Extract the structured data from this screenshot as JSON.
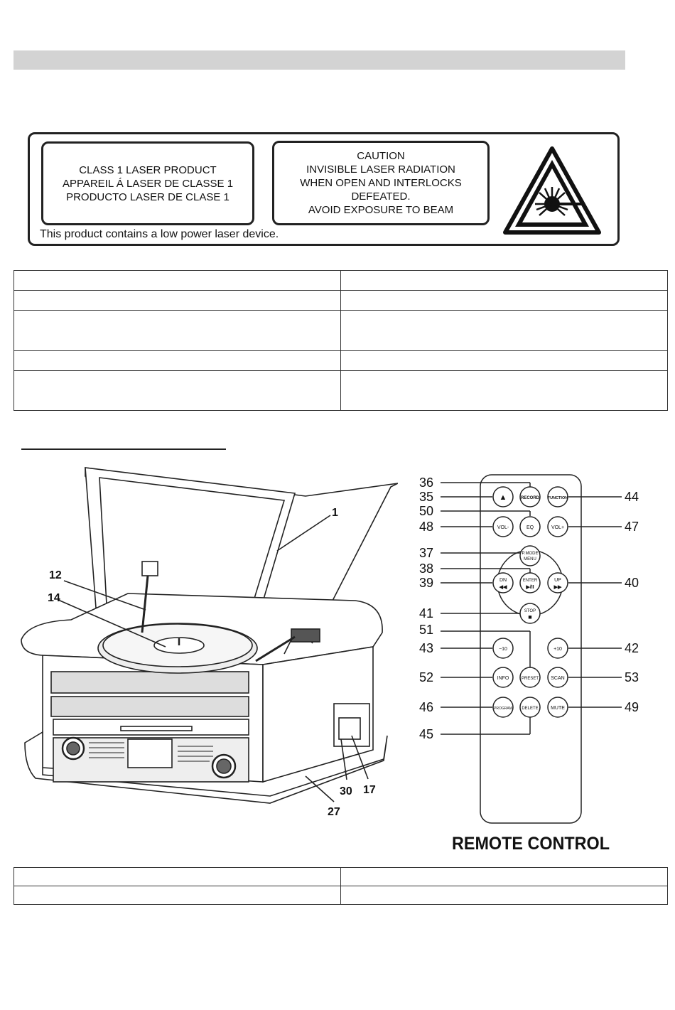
{
  "laser_label": {
    "class_lines": [
      "CLASS 1 LASER PRODUCT",
      "APPAREIL Á LASER DE CLASSE 1",
      "PRODUCTO LASER DE CLASE 1"
    ],
    "caution_lines": [
      "CAUTION",
      "INVISIBLE LASER RADIATION",
      "WHEN OPEN AND INTERLOCKS",
      "DEFEATED.",
      "AVOID EXPOSURE TO BEAM"
    ],
    "note": "This product contains a low power laser device."
  },
  "player_callouts": {
    "c1": "1",
    "c12": "12",
    "c14": "14",
    "c30": "30",
    "c17": "17",
    "c27": "27"
  },
  "remote": {
    "title": "REMOTE CONTROL",
    "buttons": {
      "eject": "▲",
      "record": "RECORD",
      "function": "FUNCTION",
      "eq": "EQ",
      "vol_minus": "VOL-",
      "vol_plus": "VOL+",
      "pmode": "P.MODE",
      "menu": "MENU",
      "dn": "DN",
      "dn_sym": "◀◀",
      "enter": "ENTER",
      "enter_sym": "▶/II",
      "up": "UP",
      "up_sym": "▶▶",
      "stop": "STOP",
      "stop_sym": "■",
      "minus10": "−10",
      "plus10": "+10",
      "info": "INFO",
      "preset": "PRESET",
      "scan": "SCAN",
      "program": "PROGRAM",
      "delete": "DELETE",
      "mute": "MUTE"
    },
    "callouts": {
      "n36": "36",
      "n35": "35",
      "n50": "50",
      "n48": "48",
      "n37": "37",
      "n38": "38",
      "n39": "39",
      "n41": "41",
      "n51": "51",
      "n43": "43",
      "n52": "52",
      "n46": "46",
      "n45": "45",
      "n44": "44",
      "n47": "47",
      "n40": "40",
      "n42": "42",
      "n53": "53",
      "n49": "49"
    }
  }
}
